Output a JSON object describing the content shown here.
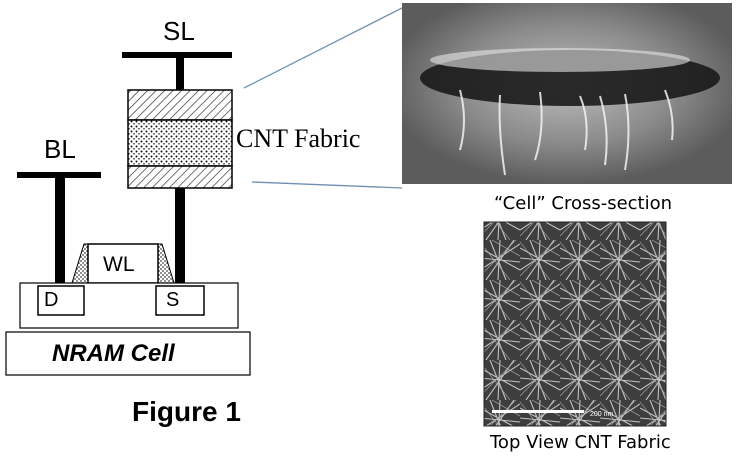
{
  "diagram": {
    "source_line": "SL",
    "bit_line": "BL",
    "cnt_fabric": "CNT Fabric",
    "word_line": "WL",
    "drain": "D",
    "source": "S",
    "cell_label": "NRAM Cell",
    "figure_label": "Figure 1"
  },
  "images": {
    "cross_section_caption": "“Cell” Cross-section",
    "top_view_caption": "Top View CNT Fabric",
    "scale_bar_label": "200 nm"
  }
}
